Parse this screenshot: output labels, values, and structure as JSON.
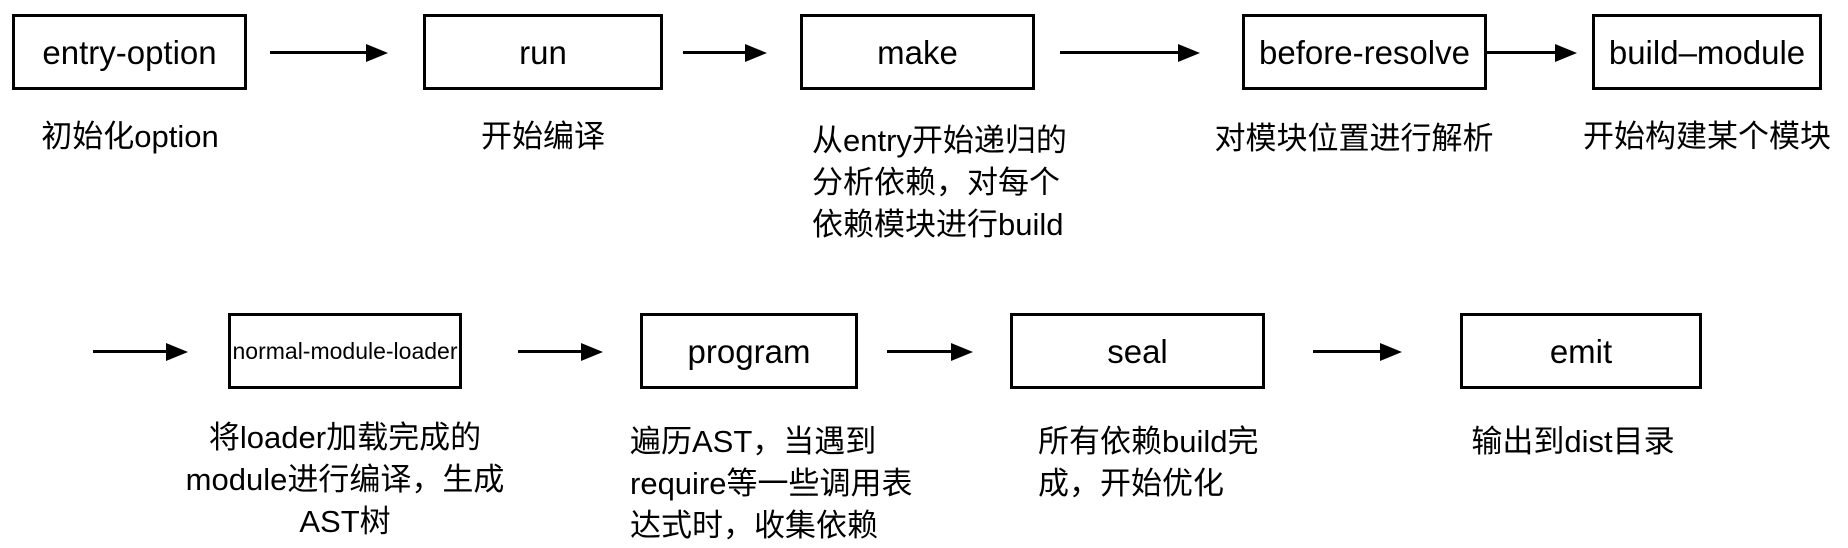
{
  "diagram_title": "webpack build lifecycle flow",
  "colors": {
    "background": "#ffffff",
    "line": "#000000",
    "text": "#000000"
  },
  "icons": {
    "connector": "arrow-right-icon"
  },
  "nodes": [
    {
      "label": "entry-option",
      "desc": "初始化option"
    },
    {
      "label": "run",
      "desc": "开始编译"
    },
    {
      "label": "make",
      "desc": "从entry开始递归的\n分析依赖，对每个\n依赖模块进行build"
    },
    {
      "label": "before-resolve",
      "desc": "对模块位置进行解析"
    },
    {
      "label": "build–module",
      "desc": "开始构建某个模块"
    },
    {
      "label": "normal-module-loader",
      "desc": "将loader加载完成的\nmodule进行编译，生成\nAST树"
    },
    {
      "label": "program",
      "desc": "遍历AST，当遇到\nrequire等一些调用表\n达式时，收集依赖"
    },
    {
      "label": "seal",
      "desc": "所有依赖build完\n成，开始优化"
    },
    {
      "label": "emit",
      "desc": "输出到dist目录"
    }
  ]
}
